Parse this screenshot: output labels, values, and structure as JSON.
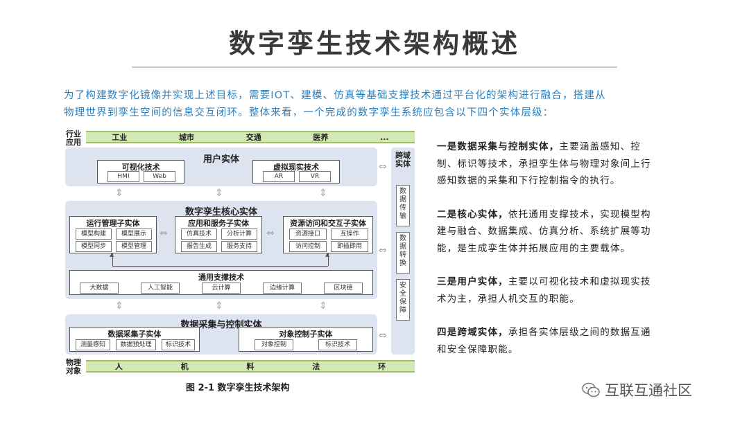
{
  "title": "数字孪生技术架构概述",
  "intro": {
    "line1": "为了构建数字化镜像并实现上述目标，需要IOT、建模、仿真等基础支撑技术通过平台化的架构进行融合，搭建从",
    "line2": "物理世界到孪生空间的信息交互闭环。整体来看，一个完成的数字孪生系统应包含以下四个实体层级："
  },
  "diagram": {
    "industry": {
      "label": "行业\n应用",
      "items": [
        "工业",
        "城市",
        "交通",
        "医养",
        "..."
      ]
    },
    "user_entity": {
      "title": "用户实体",
      "left": {
        "title": "可视化技术",
        "items": [
          "HMI",
          "Web"
        ]
      },
      "right": {
        "title": "虚拟现实技术",
        "items": [
          "AR",
          "VR"
        ]
      }
    },
    "core_entity": {
      "title": "数字孪生核心实体",
      "ops": {
        "title": "运行管理子实体",
        "items": [
          "模型构建",
          "模型展示",
          "模型同步",
          "模型管理"
        ]
      },
      "app": {
        "title": "应用和服务子实体",
        "items": [
          "仿真技术",
          "分析计算",
          "报告生成",
          "服务支持"
        ]
      },
      "res": {
        "title": "资源访问和交互子实体",
        "items": [
          "资源接口",
          "互操作",
          "访问控制",
          "即插即用"
        ]
      },
      "support": {
        "title": "通用支撑技术",
        "items": [
          "大数据",
          "人工智能",
          "云计算",
          "边缘计算",
          "区块链"
        ]
      }
    },
    "acq_entity": {
      "title": "数据采集与控制实体",
      "collect": {
        "title": "数据采集子实体",
        "items": [
          "测量感知",
          "数据预处理",
          "标识技术"
        ]
      },
      "control": {
        "title": "对象控制子实体",
        "items": [
          "对象控制",
          "标识技术"
        ]
      }
    },
    "cross": {
      "title": "跨域\n实体",
      "items": [
        "数\n据\n传\n输",
        "数\n据\n转\n换",
        "安\n全\n保\n障"
      ]
    },
    "physical": {
      "label": "物理\n对象",
      "items": [
        "人",
        "机",
        "料",
        "法",
        "环"
      ]
    },
    "caption": "图 2-1  数字孪生技术架构"
  },
  "paragraphs": [
    {
      "bold": "一是数据采集与控制实体，",
      "text": "主要涵盖感知、控制、标识等技术，承担孪生体与物理对象间上行感知数据的采集和下行控制指令的执行。"
    },
    {
      "bold": "二是核心实体，",
      "text": "依托通用支撑技术，实现模型构建与融合、数据集成、仿真分析、系统扩展等功能，是生成孪生体并拓展应用的主要载体。"
    },
    {
      "bold": "三是用户实体，",
      "text": "主要以可视化技术和虚拟现实技术为主，承担人机交互的职能。"
    },
    {
      "bold": "四是跨域实体，",
      "text": "承担各实体层级之间的数据互通和安全保障职能。"
    }
  ],
  "watermark": "互联互通社区",
  "colors": {
    "intro_text": "#2a7fbf",
    "band": "#d4e8b4",
    "panel": "#dde3ef"
  }
}
